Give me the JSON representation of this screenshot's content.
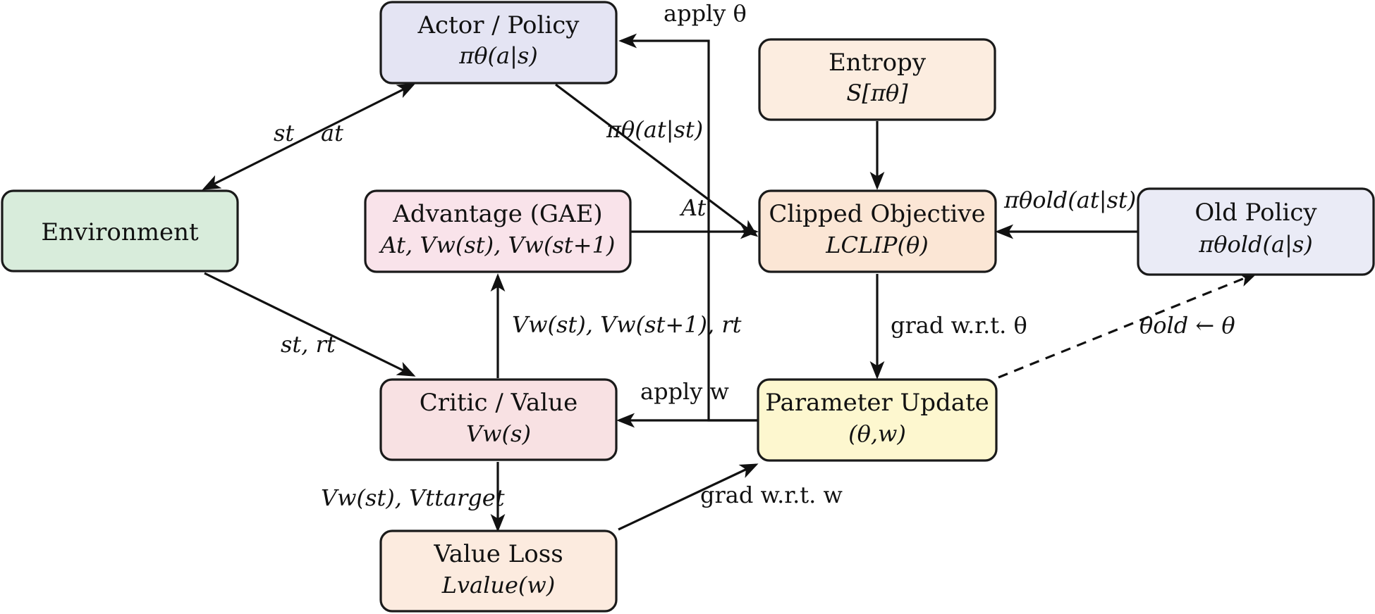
{
  "nodes": {
    "actor": {
      "title": "Actor / Policy",
      "subtitle": "πθ(a|s)",
      "color": "#e4e4f3"
    },
    "entropy": {
      "title": "Entropy",
      "subtitle": "S[πθ]",
      "color": "#fcede0"
    },
    "environment": {
      "title": "Environment",
      "subtitle": "",
      "color": "#d8ecdb"
    },
    "advantage": {
      "title": "Advantage (GAE)",
      "subtitle": "At, Vw(st), Vw(st+1)",
      "color": "#f9e3ea"
    },
    "clipped": {
      "title": "Clipped Objective",
      "subtitle": "LCLIP(θ)",
      "color": "#fbe6d5"
    },
    "old_policy": {
      "title": "Old Policy",
      "subtitle": "πθold(a|s)",
      "color": "#eaebf6"
    },
    "critic": {
      "title": "Critic / Value",
      "subtitle": "Vw(s)",
      "color": "#f8e1e3"
    },
    "update": {
      "title": "Parameter Update",
      "subtitle": "(θ,w)",
      "color": "#fdf7cf"
    },
    "value_loss": {
      "title": "Value Loss",
      "subtitle": "Lvalue(w)",
      "color": "#fcebdf"
    }
  },
  "edge_labels": {
    "apply_theta": "apply θ",
    "state": "st",
    "action": "at",
    "pi_at_st": "πθ(at|st)",
    "adv_at": "At",
    "pi_old_at_st": "πθold(at|st)",
    "critic_to_adv": "Vw(st), Vw(st+1), rt",
    "state_reward": "st, rt",
    "grad_theta": "grad w.r.t. θ",
    "theta_old_assign": "θold ← θ",
    "apply_w": "apply w",
    "critic_to_loss": "Vw(st), Vttarget",
    "grad_w": "grad w.r.t. w"
  },
  "edges": [
    {
      "from": "environment",
      "to": "actor",
      "style": "solid",
      "bidirectional": true
    },
    {
      "from": "actor",
      "to": "clipped",
      "style": "solid"
    },
    {
      "from": "entropy",
      "to": "clipped",
      "style": "solid"
    },
    {
      "from": "advantage",
      "to": "clipped",
      "style": "solid"
    },
    {
      "from": "old_policy",
      "to": "clipped",
      "style": "solid"
    },
    {
      "from": "environment",
      "to": "critic",
      "style": "solid"
    },
    {
      "from": "critic",
      "to": "advantage",
      "style": "solid"
    },
    {
      "from": "clipped",
      "to": "update",
      "style": "solid"
    },
    {
      "from": "update",
      "to": "old_policy",
      "style": "dashed"
    },
    {
      "from": "update",
      "to": "actor",
      "style": "solid"
    },
    {
      "from": "update",
      "to": "critic",
      "style": "solid"
    },
    {
      "from": "critic",
      "to": "value_loss",
      "style": "solid"
    },
    {
      "from": "value_loss",
      "to": "update",
      "style": "solid"
    }
  ]
}
